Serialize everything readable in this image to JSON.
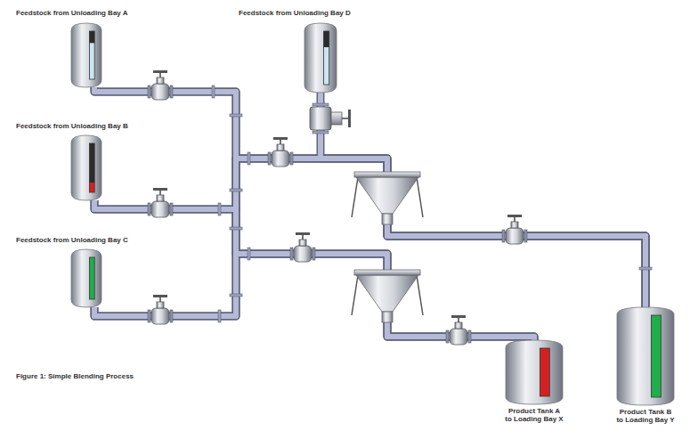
{
  "diagram": {
    "caption": "Figure 1: Simple Blending Process",
    "nodes": [
      {
        "text": [
          "Feedstock from Unloading Bay A"
        ]
      },
      {
        "text": [
          "Feedstock from Unloading Bay D"
        ]
      },
      {
        "text": [
          "Feedstock from Unloading Bay B"
        ]
      },
      {
        "text": [
          "Feedstock from Unloading Bay C"
        ]
      },
      {
        "text": [
          "Product Tank A to Loading Bay X"
        ]
      },
      {
        "text": [
          "Product Tank B to Loading Bay Y"
        ]
      }
    ],
    "edges": [
      {
        "from": 0,
        "to": 5,
        "arrow": "none"
      },
      {
        "from": 0,
        "to": 4,
        "arrow": "none"
      },
      {
        "from": 1,
        "to": 5,
        "arrow": "none"
      },
      {
        "from": 2,
        "to": 5,
        "arrow": "none"
      },
      {
        "from": 2,
        "to": 4,
        "arrow": "none"
      },
      {
        "from": 3,
        "to": 5,
        "arrow": "none"
      },
      {
        "from": 3,
        "to": 4,
        "arrow": "none"
      }
    ]
  }
}
